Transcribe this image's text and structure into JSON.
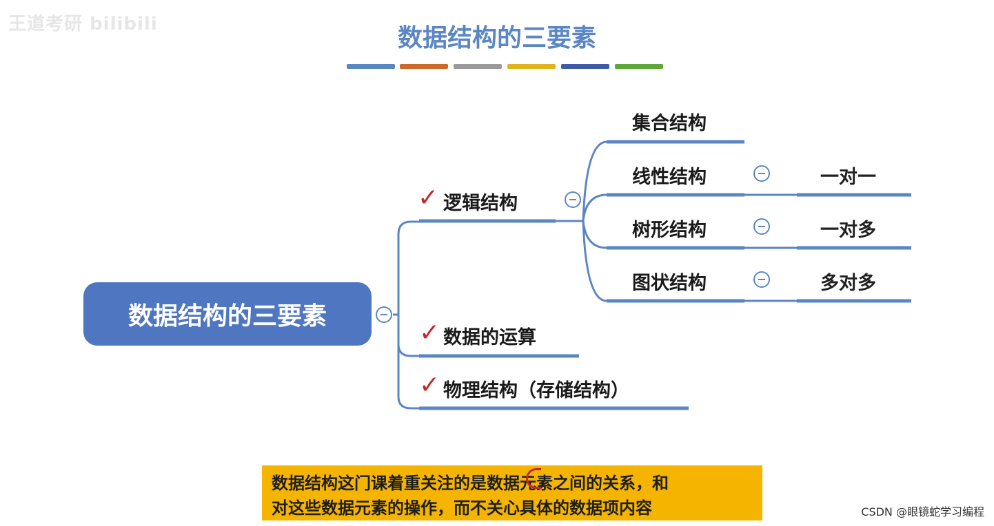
{
  "watermark": "王道考研 bilibili",
  "title": "数据结构的三要素",
  "colorbar": [
    "#5a86c4",
    "#cc6a2a",
    "#9a9a9a",
    "#e2b320",
    "#3f5aa8",
    "#5ea83a"
  ],
  "root": {
    "label": "数据结构的三要素"
  },
  "branches": {
    "logical": "逻辑结构",
    "operation": "数据的运算",
    "physical": "物理结构（存储结构）"
  },
  "check_mark": "✓",
  "logical_children": [
    {
      "label": "集合结构",
      "relation": ""
    },
    {
      "label": "线性结构",
      "relation": "一对一"
    },
    {
      "label": "树形结构",
      "relation": "一对多"
    },
    {
      "label": "图状结构",
      "relation": "多对多"
    }
  ],
  "note": {
    "line1": "数据结构这门课着重关注的是数据元素之间的关系，和",
    "line2": "对这些数据元素的操作，而不关心具体的数据项内容"
  },
  "footer": "CSDN @眼镜蛇学习编程"
}
